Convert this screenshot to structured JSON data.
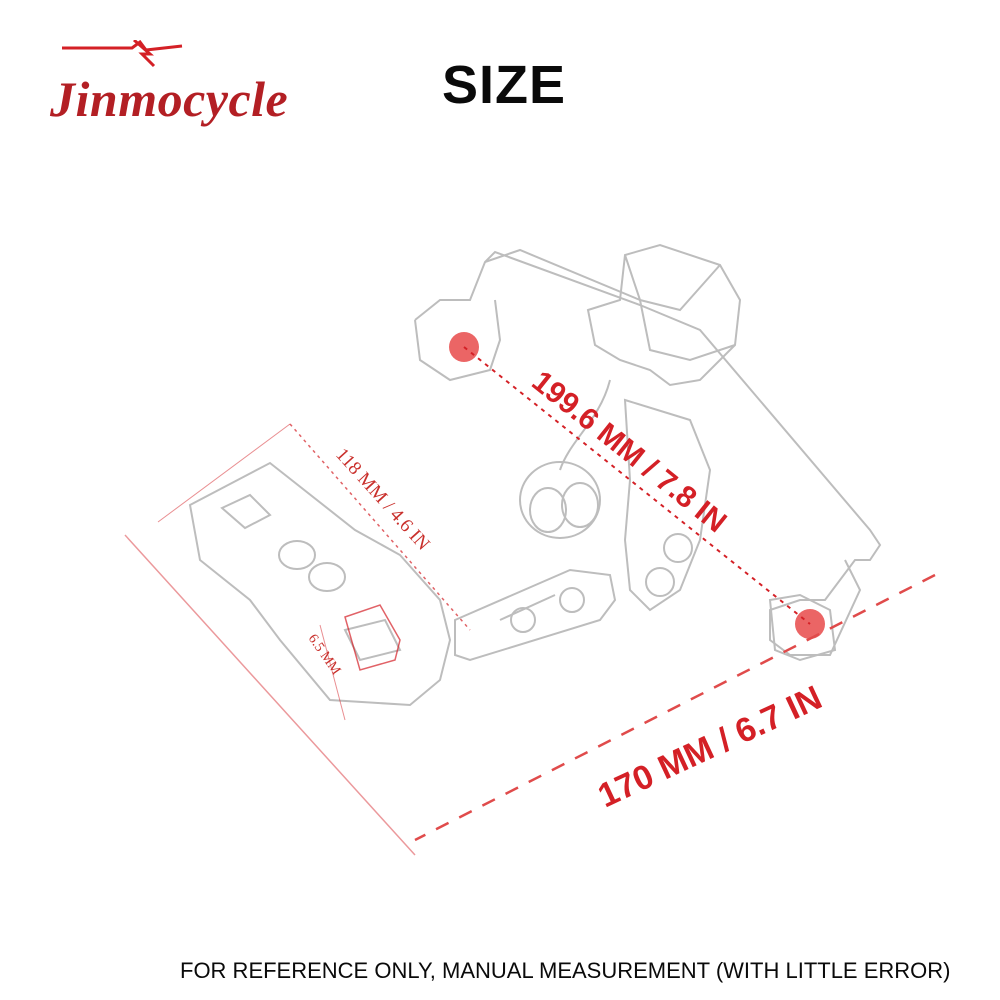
{
  "brand": {
    "logo_text": "Jinmocycle",
    "accent_color": "#d42026"
  },
  "title": "SIZE",
  "dimensions": {
    "diagonal": "199.6 MM / 7.8 IN",
    "width": "170 MM / 6.7 IN",
    "arm_length": "118 MM / 4.6 IN",
    "slot": "6.5 MM"
  },
  "footer_note": "FOR REFERENCE ONLY, MANUAL MEASUREMENT (WITH LITTLE ERROR)"
}
